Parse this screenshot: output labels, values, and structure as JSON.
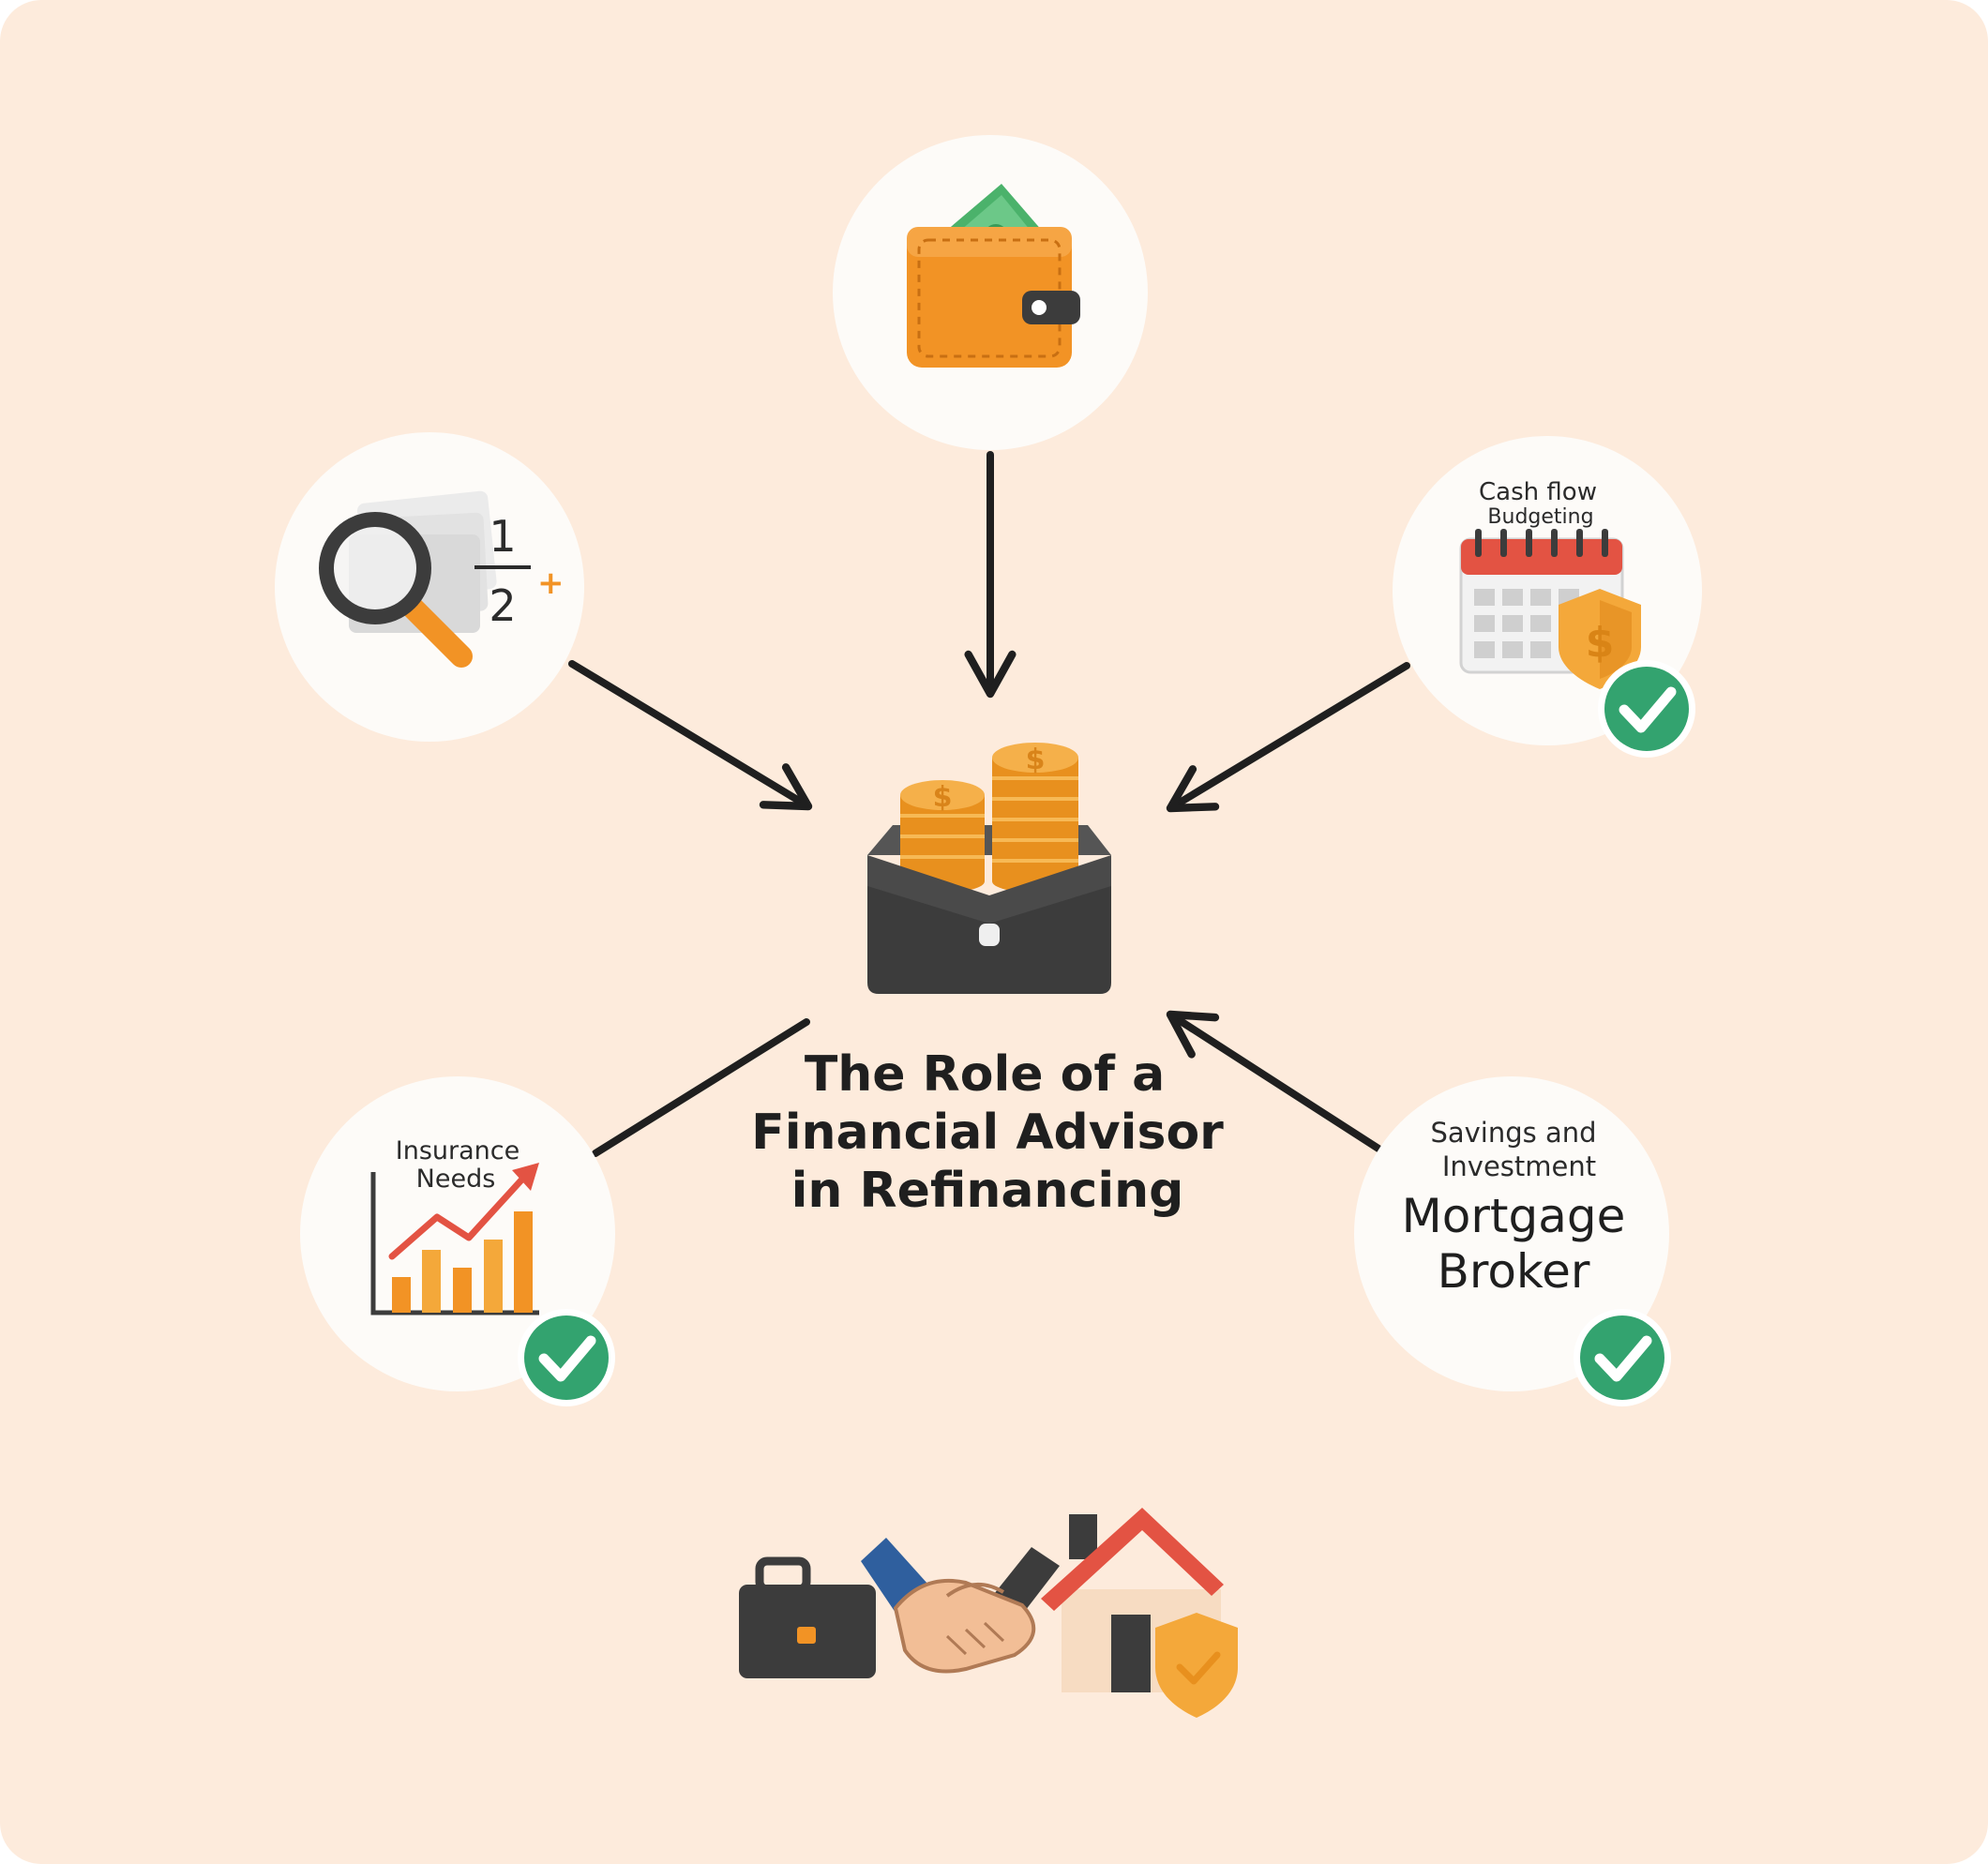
{
  "colors": {
    "background": "#fdebdc",
    "node_fill": "#fdfbf8",
    "arrow": "#1f1f1f",
    "orange": "#f29325",
    "gold": "#f4a83a",
    "dark": "#3c3c3c",
    "check_green": "#33a36f",
    "calendar_red": "#e35343",
    "cash_green": "#4bb26b"
  },
  "title": {
    "line1": "The Role of a",
    "line2": "Financial Advisor",
    "line3": "in Refinancing"
  },
  "nodes": {
    "top": {
      "icon": "wallet-icon"
    },
    "upper_left": {
      "icon": "magnifier-documents-icon",
      "fraction_numerator": "1",
      "fraction_denominator": "2",
      "fraction_sign": "+"
    },
    "upper_right": {
      "label_line1": "Cash flow",
      "label_line2": "Budgeting",
      "icon": "calendar-shield-icon",
      "checked": true
    },
    "lower_left": {
      "label_line1": "Insurance",
      "label_line2": "Needs",
      "icon": "growth-chart-icon",
      "checked": true
    },
    "lower_right": {
      "label_line1": "Savings and",
      "label_line2": "Investment",
      "main_line1": "Mortgage",
      "main_line2": "Broker",
      "checked": true
    }
  },
  "center": {
    "icon": "coins-briefcase-icon"
  },
  "footer": {
    "icons": [
      "briefcase-icon",
      "handshake-icon",
      "house-shield-icon"
    ]
  }
}
